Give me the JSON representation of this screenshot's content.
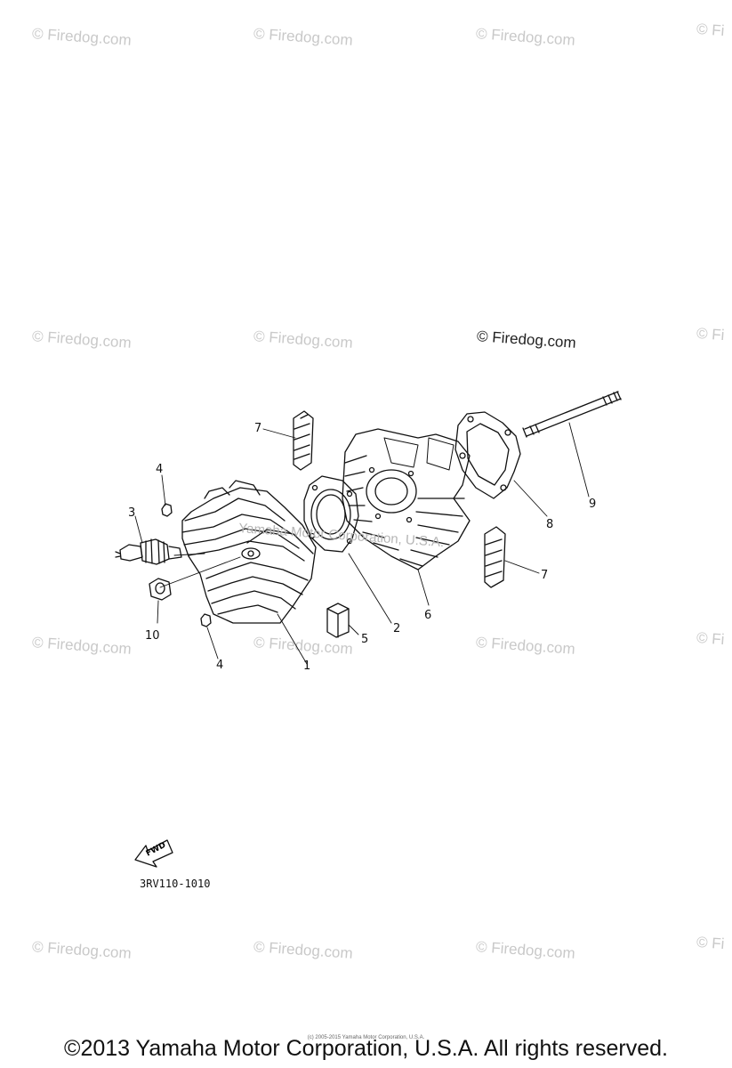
{
  "watermark": "© Firedog.com",
  "watermark_partial": "© Fi",
  "watermark_main": "© Firedog.com",
  "overlay_text": "Yamaha Motor Corporation, U.S.A.",
  "callouts": {
    "c1": "1",
    "c2": "2",
    "c3": "3",
    "c4a": "4",
    "c4b": "4",
    "c5": "5",
    "c6": "6",
    "c7a": "7",
    "c7b": "7",
    "c8": "8",
    "c9": "9",
    "c10": "10"
  },
  "fwd_label": "FWD",
  "part_code": "3RV110-1010",
  "micro_copyright": "(c) 2005-2015 Yamaha Motor Corporation, U.S.A.",
  "footer": "©2013 Yamaha Motor Corporation, U.S.A. All rights reserved."
}
